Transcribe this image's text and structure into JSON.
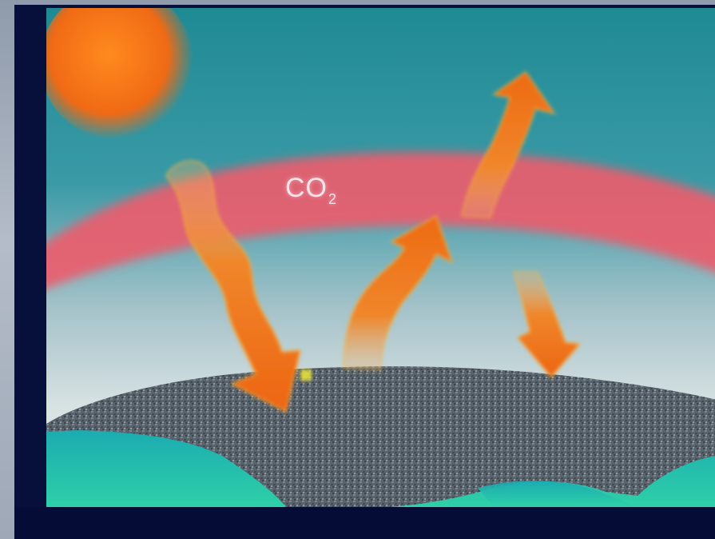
{
  "diagram": {
    "label_main": "CO",
    "label_sub": "2",
    "colors": {
      "frame": "#06103a",
      "sky_top": "#1f8a94",
      "sky_bottom": "#c9d6d8",
      "co2_band": "#ef5a6a",
      "sun": "#f07a1a",
      "arrow": "#ee7615",
      "ground": "#5b6670",
      "ocean": "#1fc3a9"
    },
    "icons": [
      "sun-icon",
      "incoming-radiation-arrow",
      "escaping-radiation-arrow",
      "reflected-radiation-arrow",
      "back-radiation-arrow",
      "earth-surface"
    ]
  }
}
